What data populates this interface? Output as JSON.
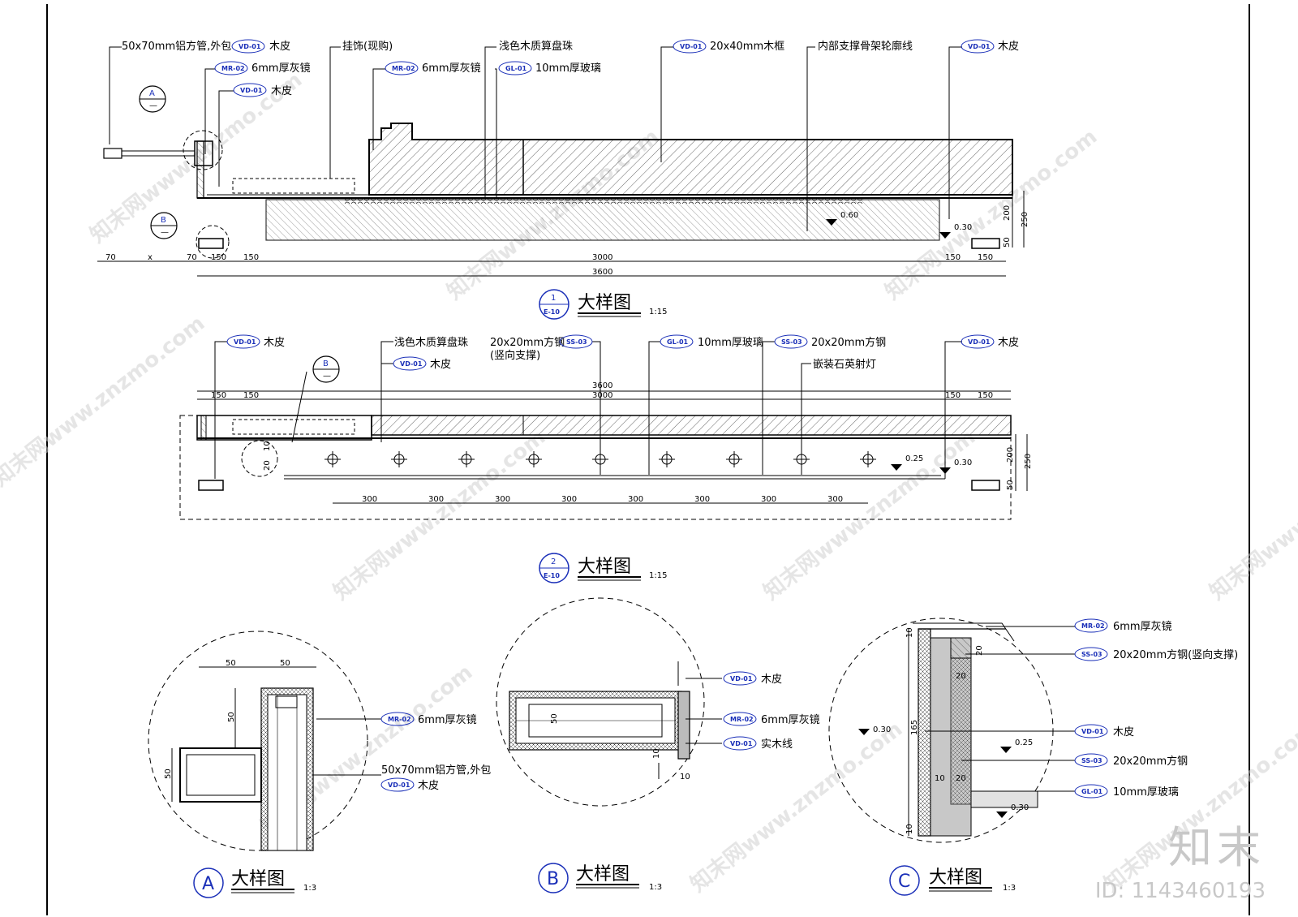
{
  "labels": {
    "alum_tube": "50x70mm铝方管,外包",
    "veneer": "木皮",
    "mirror": "6mm厚灰镜",
    "ornament": "挂饰(现购)",
    "bead": "浅色木质算盘珠",
    "glass": "10mm厚玻璃",
    "frame": "20x40mm木框",
    "support": "内部支撑骨架轮廓线",
    "steel_vert": "20x20mm方钢",
    "vertical_support": "(竖向支撑)",
    "steel": "20x20mm方钢",
    "quartz_light": "嵌装石英射灯",
    "solid_wood": "实木线",
    "steel_vert_full": "20x20mm方钢(竖向支撑)",
    "alum_tube_a": "50x70mm铝方管,外包"
  },
  "tags": {
    "vd01": "VD-01",
    "mr02": "MR-02",
    "gl01": "GL-01",
    "ss03": "SS-03"
  },
  "callouts": {
    "a": "A",
    "b": "B",
    "c": "C",
    "dash": "—",
    "e10": "E-10",
    "one": "1",
    "two": "2"
  },
  "titles": {
    "detail": "大样图",
    "scale_15": "1:15",
    "scale_3": "1:3"
  },
  "levels": {
    "l060": "0.60",
    "l030": "0.30",
    "l025": "0.25"
  },
  "dims": {
    "d70": "70",
    "dx": "x",
    "d150": "150",
    "d3000": "3000",
    "d3600": "3600",
    "d200": "200",
    "d250": "250",
    "d50": "50",
    "d300": "300",
    "d10": "10",
    "d20": "20",
    "d165": "165"
  },
  "watermark": "知末网www.znzmo.com",
  "brand": "知末",
  "id_text": "ID: 1143460193"
}
